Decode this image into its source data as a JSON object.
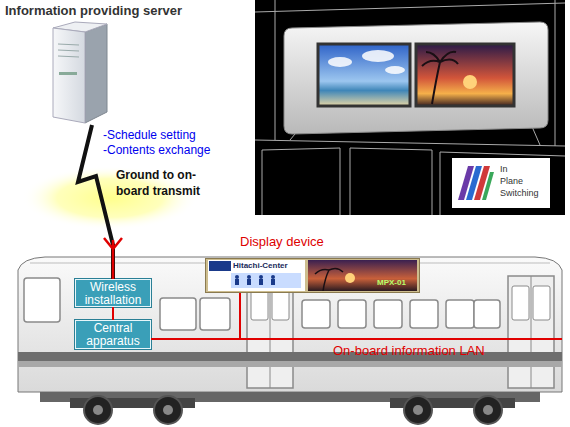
{
  "diagram": {
    "nodes": [
      {
        "text": [
          "Information providing server"
        ]
      },
      {
        "text": [
          "Ground to on-board transmit"
        ]
      },
      {
        "text": [
          "Wireless installation"
        ]
      },
      {
        "text": [
          "Central apparatus"
        ]
      },
      {
        "text": [
          "Display device",
          "Hitachi-Center",
          "MPX-01"
        ]
      }
    ],
    "edges": [
      {
        "from": 0,
        "to": 2,
        "arrow": "none"
      },
      {
        "from": 2,
        "to": 3,
        "arrow": "none"
      },
      {
        "from": 3,
        "to": 4,
        "arrow": "none"
      }
    ],
    "labels": [
      "-Schedule setting",
      "-Contents exchange",
      "On-board information LAN",
      "In Plane Switching"
    ]
  }
}
